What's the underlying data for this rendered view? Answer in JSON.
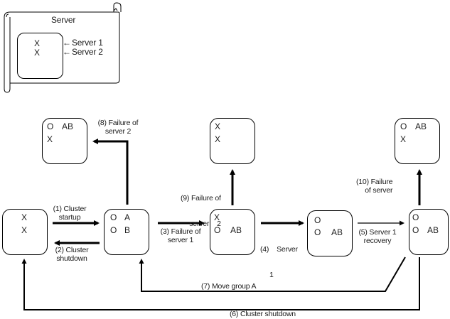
{
  "legend": {
    "title": "Server",
    "rows": [
      {
        "state": "X",
        "label": "Server 1"
      },
      {
        "state": "X",
        "label": "Server 2"
      }
    ]
  },
  "states": {
    "initial": {
      "rows": [
        {
          "s": "X",
          "g": ""
        },
        {
          "s": "X",
          "g": ""
        }
      ]
    },
    "running": {
      "rows": [
        {
          "s": "O",
          "g": "A"
        },
        {
          "s": "O",
          "g": "B"
        }
      ]
    },
    "s1_failed": {
      "rows": [
        {
          "s": "X",
          "g": ""
        },
        {
          "s": "O",
          "g": "AB"
        }
      ]
    },
    "s1_up": {
      "rows": [
        {
          "s": "O",
          "g": ""
        },
        {
          "s": "O",
          "g": "AB"
        }
      ]
    },
    "recovered": {
      "rows": [
        {
          "s": "O",
          "g": ""
        },
        {
          "s": "O",
          "g": "AB"
        }
      ]
    },
    "top_left": {
      "rows": [
        {
          "s": "O",
          "g": "AB"
        },
        {
          "s": "X",
          "g": ""
        }
      ]
    },
    "top_mid": {
      "rows": [
        {
          "s": "X",
          "g": ""
        },
        {
          "s": "X",
          "g": ""
        }
      ]
    },
    "top_right": {
      "rows": [
        {
          "s": "O",
          "g": "AB"
        },
        {
          "s": "X",
          "g": ""
        }
      ]
    }
  },
  "transitions": {
    "t1": [
      "(1) Cluster",
      "startup"
    ],
    "t2": [
      "(2) Cluster",
      "shutdown"
    ],
    "t3": [
      "(3) Failure of",
      "server 1"
    ],
    "t4": [
      "(4)    Server",
      "1"
    ],
    "t5": [
      "(5) Server 1",
      "recovery"
    ],
    "t6": "(6) Cluster shutdown",
    "t7": "(7) Move group A",
    "t8": [
      "(8) Failure of",
      "server 2"
    ],
    "t9": [
      "(9) Failure of",
      "server    2"
    ],
    "t10": [
      "(10) Failure",
      "of server"
    ]
  }
}
